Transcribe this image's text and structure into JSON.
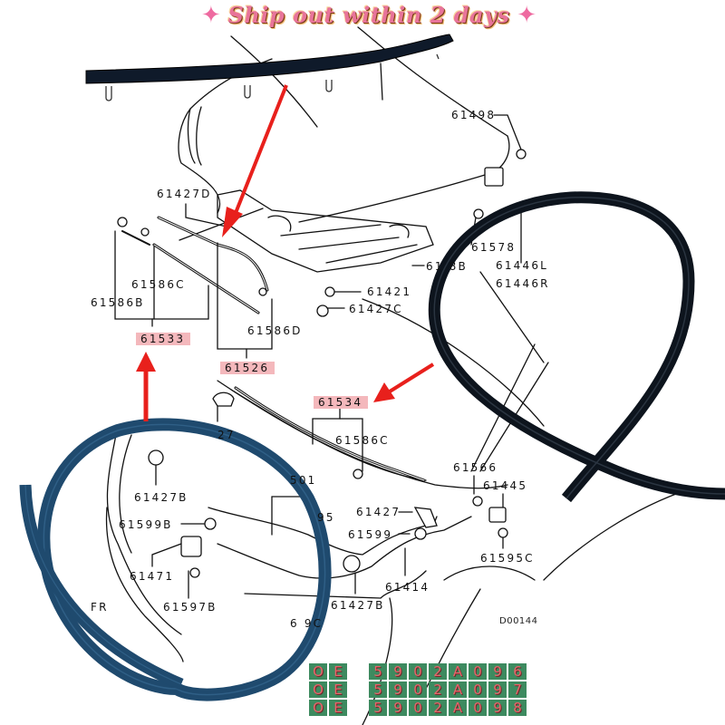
{
  "banner": {
    "text": "Ship out within 2 days",
    "left_sparkle": "✦",
    "right_sparkle": "✦",
    "color": "#e8749a"
  },
  "diagram": {
    "code": "D00144",
    "part_labels": {
      "p61498": "61498",
      "p61427D": "61427D",
      "p61586C_top": "61586C",
      "p61586B": "61586B",
      "p61533": "61533",
      "p61586D": "61586D",
      "p61526": "61526",
      "p61578": "61578",
      "p61446L": "61446L",
      "p61446R": "61446R",
      "p61_8B": "61  8B",
      "p61421": "61421",
      "p61427C": "61427C",
      "p61534": "61534",
      "p61586C_mid": "61586C",
      "p_27": "27",
      "p61427B_top": "61427B",
      "p_501": "501",
      "p61599B": "61599B",
      "p_95": "95",
      "p61471": "61471",
      "p61597B": "61597B",
      "p61566": "61566",
      "p61445": "61445",
      "p61427": "61427",
      "p61599": "61599",
      "p61595C": "61595C",
      "p61414": "61414",
      "p61427B_bot": "61427B",
      "p_9C": "6   9C",
      "p_FR": "FR"
    },
    "highlighted_parts": [
      "61533",
      "61526",
      "61534"
    ],
    "highlight_color": "#f4b8bc",
    "arrow_color": "#e8201c",
    "seal_colors": {
      "top_strip": "#0f1a2a",
      "right_loop": "#10161f",
      "left_loop": "#1f4a6e"
    }
  },
  "oe_numbers": {
    "prefix": [
      "O",
      "E"
    ],
    "rows": [
      [
        "5",
        "9",
        "0",
        "2",
        "A",
        "0",
        "9",
        "6"
      ],
      [
        "5",
        "9",
        "0",
        "2",
        "A",
        "0",
        "9",
        "7"
      ],
      [
        "5",
        "9",
        "0",
        "2",
        "A",
        "0",
        "9",
        "8"
      ]
    ],
    "cell_color": "#3d8a5f",
    "text_color": "#e8646a"
  }
}
